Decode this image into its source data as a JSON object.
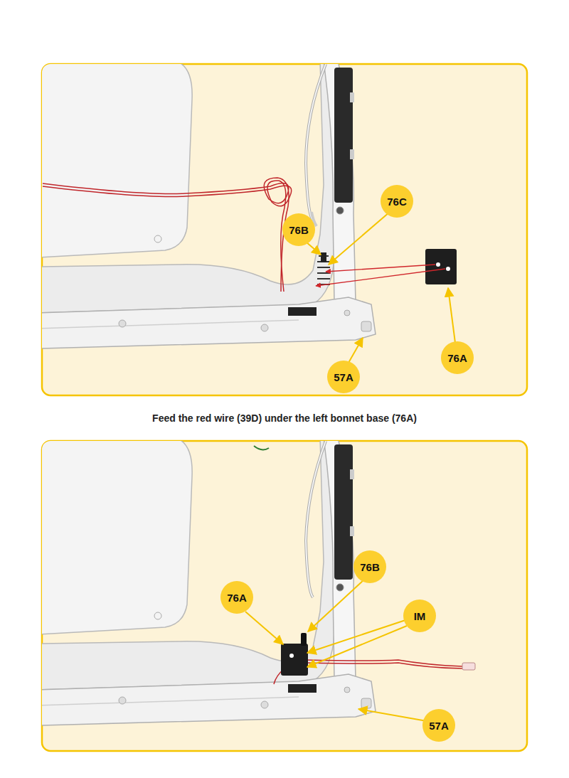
{
  "diagram": {
    "caption": "Feed the red wire (39D) under the left bonnet base (76A)",
    "labels": [
      "76C",
      "76B",
      "76A",
      "57A",
      "76B",
      "76A",
      "IM",
      "57A"
    ]
  }
}
